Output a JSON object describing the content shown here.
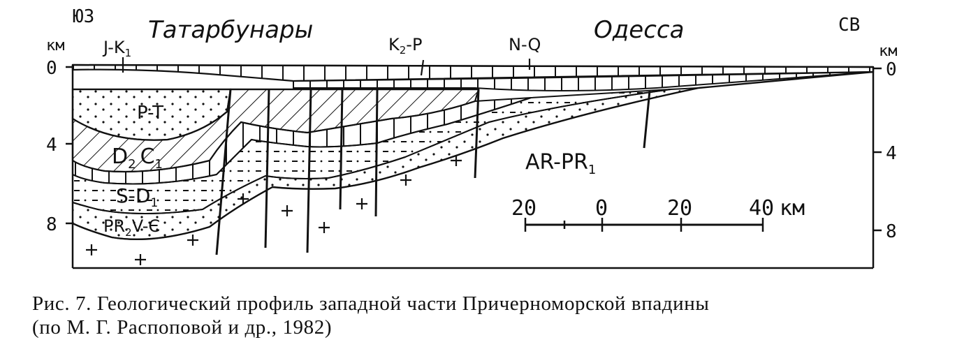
{
  "directions": {
    "left": "ЮЗ",
    "right": "СВ"
  },
  "axis": {
    "unit_left": "км",
    "unit_right": "км",
    "ticks": [
      "0",
      "4",
      "8"
    ]
  },
  "places": {
    "west": "Татарбунары",
    "east": "Одесса"
  },
  "top_units": {
    "jk1_main": "J-K",
    "jk1_sub": "1",
    "k2p_main": "K",
    "k2p_sub": "2",
    "k2p_rest": "-P",
    "nq": "N-Q"
  },
  "layers": {
    "pt": "P-T",
    "d2c1_a": "D",
    "d2c1_a_sub": "2",
    "d2c1_b": "C",
    "d2c1_b_sub": "1",
    "sd1_a": "S-D",
    "sd1_sub": "1",
    "pr2_a": "PR",
    "pr2_sub": "2",
    "pr2_b": "V-Є",
    "arpr_a": "AR-PR",
    "arpr_sub": "1"
  },
  "scale": {
    "labels": [
      "20",
      "0",
      "20",
      "40"
    ],
    "unit": "км"
  },
  "caption": {
    "line1": "Рис. 7. Геологический профиль западной части Причерноморской впадины",
    "line2": "(по М. Г. Распоповой и др., 1982)"
  },
  "colors": {
    "ink": "#111111",
    "paper": "#ffffff"
  }
}
